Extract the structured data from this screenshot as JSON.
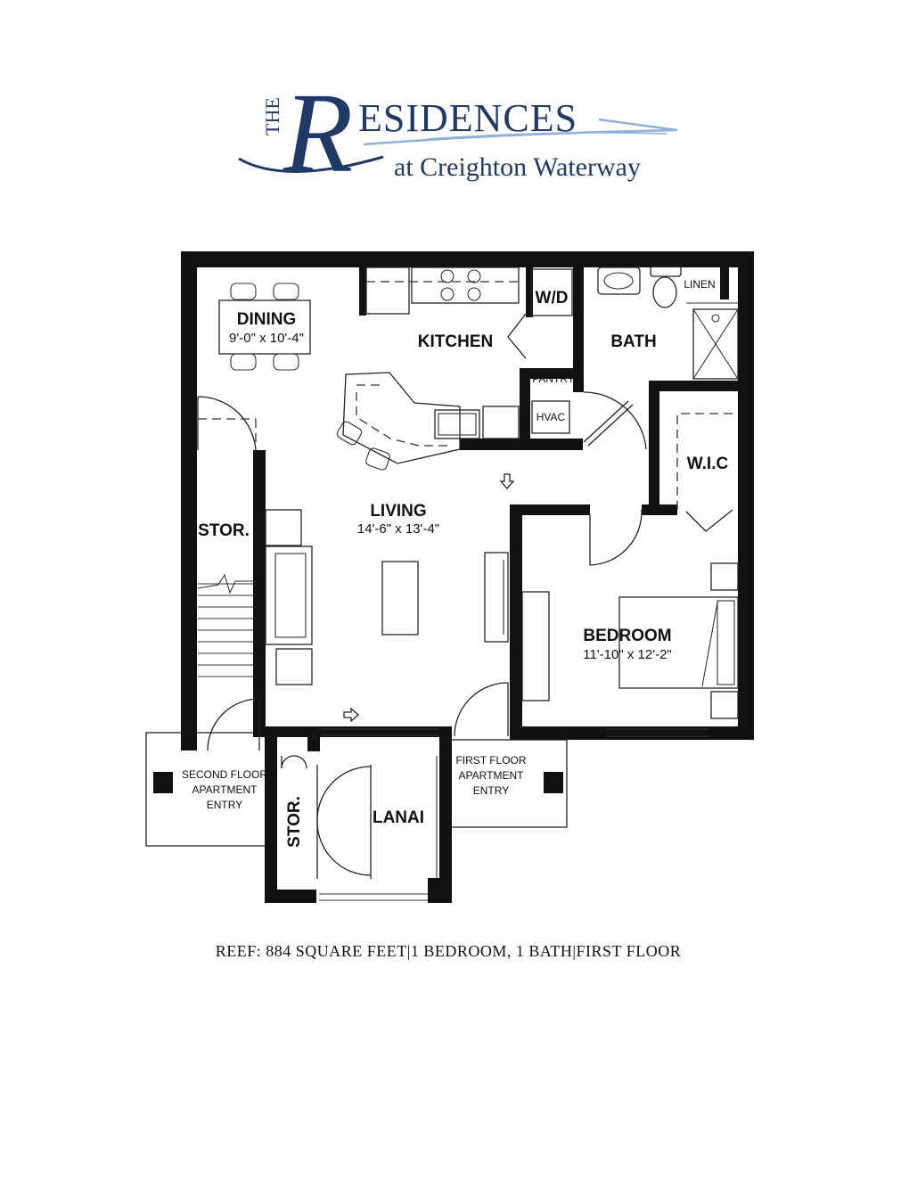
{
  "logo": {
    "the": "THE",
    "big_letter": "R",
    "rest": "ESIDENCES",
    "subtitle": "at Creighton Waterway",
    "colors": {
      "navy": "#1f3a66",
      "light_blue": "#8fb0d8"
    }
  },
  "rooms": {
    "dining": {
      "name": "DINING",
      "dims": "9'-0\" x 10'-4\""
    },
    "kitchen": {
      "name": "KITCHEN"
    },
    "wd": {
      "name": "W/D"
    },
    "bath": {
      "name": "BATH"
    },
    "linen": {
      "name": "LINEN"
    },
    "pantry": {
      "name": "PANTRY"
    },
    "hvac": {
      "name": "HVAC"
    },
    "wic": {
      "name": "W.I.C"
    },
    "living": {
      "name": "LIVING",
      "dims": "14'-6\" x 13'-4\""
    },
    "storage_left": {
      "name": "STOR."
    },
    "bedroom": {
      "name": "BEDROOM",
      "dims": "11'-10\" x 12'-2\""
    },
    "lanai": {
      "name": "LANAI"
    },
    "storage_lanai": {
      "name": "STOR."
    }
  },
  "entries": {
    "second_floor": [
      "SECOND FLOOR",
      "APARTMENT",
      "ENTRY"
    ],
    "first_floor": [
      "FIRST FLOOR",
      "APARTMENT",
      "ENTRY"
    ]
  },
  "caption": "REEF: 884 SQUARE FEET|1 BEDROOM, 1 BATH|FIRST FLOOR"
}
